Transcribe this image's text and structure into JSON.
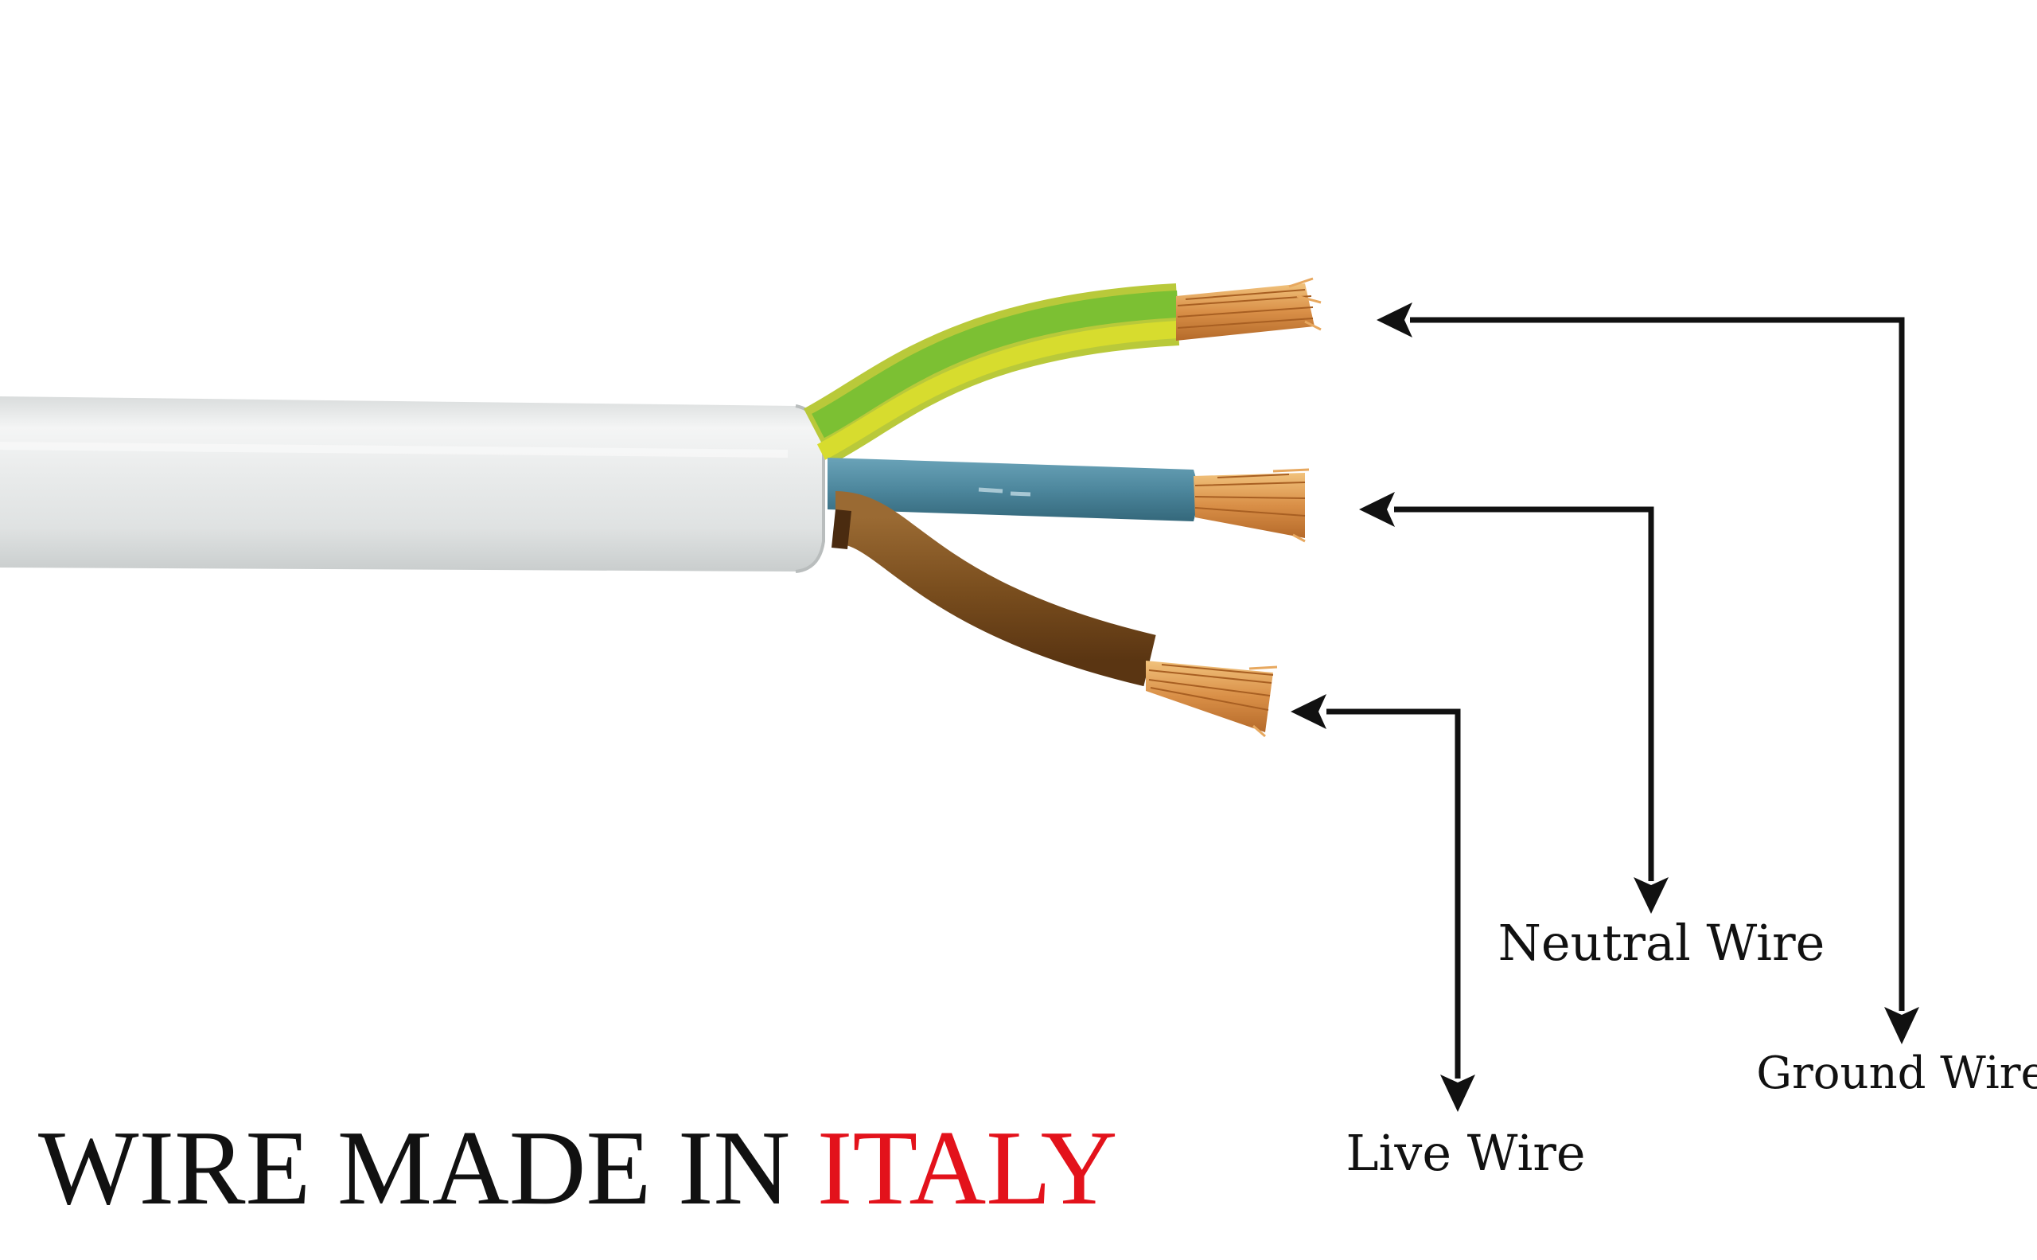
{
  "labels": {
    "ground": "Ground Wire",
    "neutral": "Neutral Wire",
    "live": "Live Wire"
  },
  "title": {
    "part1": "WIRE MADE IN ",
    "part2": "ITALY"
  },
  "colors": {
    "background": "#ffffff",
    "sheath": "#e8eaea",
    "ground_green": "#7cc033",
    "ground_yellow": "#d7dc2e",
    "neutral_blue": "#4f8aa0",
    "live_brown": "#7a4f1f",
    "copper": "#d9924a",
    "arrow": "#111111",
    "title_black": "#111111",
    "title_red": "#e3121b"
  }
}
